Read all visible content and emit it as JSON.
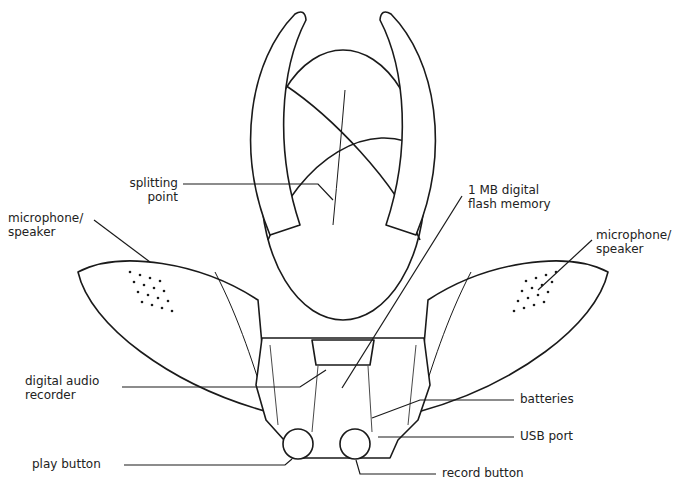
{
  "diagram": {
    "labels": [
      "splitting point",
      "microphone/ speaker",
      "1 MB digital flash memory",
      "microphone/ speaker",
      "digital audio recorder",
      "batteries",
      "USB port",
      "play button",
      "record button"
    ]
  }
}
